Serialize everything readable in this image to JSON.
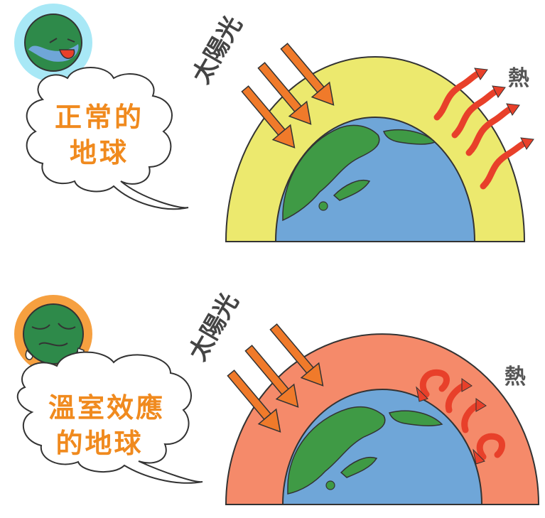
{
  "normal": {
    "caption_line1": "正常的",
    "caption_line2": "地球",
    "sunlight_label": "太陽光",
    "heat_label": "熱"
  },
  "greenhouse": {
    "caption_line1": "溫室效應",
    "caption_line2": "的地球",
    "sunlight_label": "太陽光",
    "heat_label": "熱"
  },
  "colors": {
    "atmosphere_normal": "#ECE96E",
    "atmosphere_greenhouse": "#F58A6A",
    "ocean": "#6FA6D8",
    "land": "#3F9A45",
    "sun_arrow": "#F07A2A",
    "heat_arrow": "#E8402A",
    "caption_text": "#F08A1E",
    "label_text": "#444444"
  }
}
